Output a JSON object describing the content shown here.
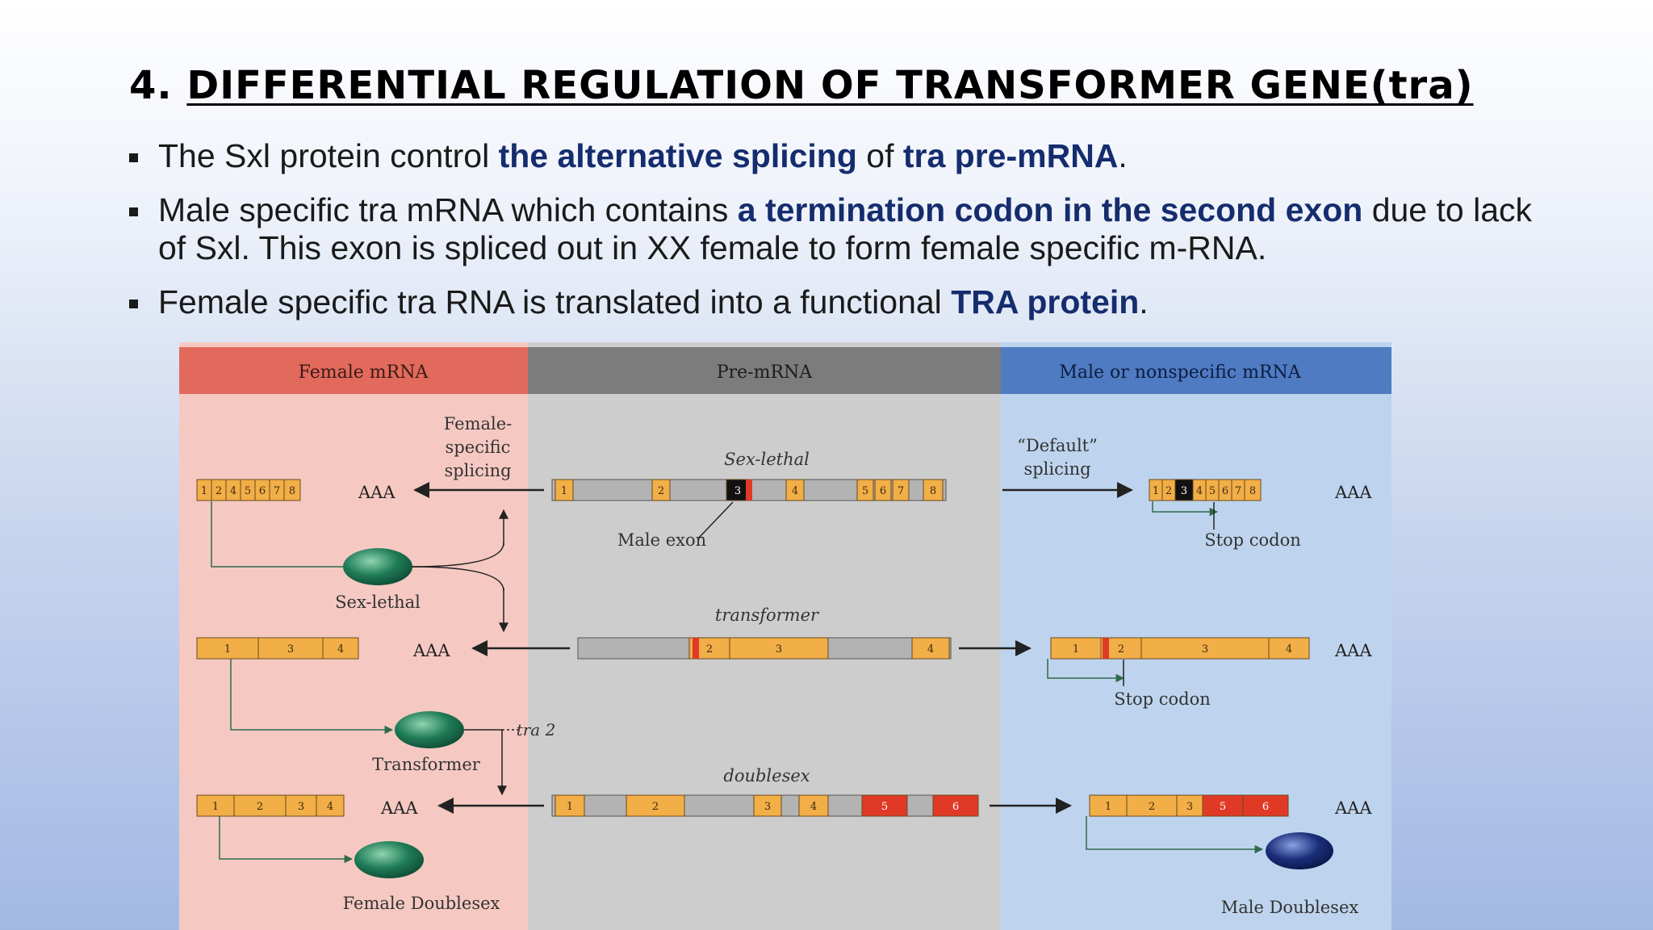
{
  "slide": {
    "title_number": "4.",
    "title_text": "DIFFERENTIAL REGULATION OF TRANSFORMER GENE(tra)",
    "bullets": [
      {
        "a": "The Sxl protein control ",
        "b": "the alternative splicing",
        "c": " of ",
        "d": "tra pre-mRNA",
        "e": "."
      },
      {
        "a": "Male specific tra mRNA which contains ",
        "b": "a termination codon in the second exon",
        "c": " due to lack of Sxl. This exon is spliced out in XX female to form female specific m-RNA."
      },
      {
        "a": "Female specific tra RNA is translated into a functional ",
        "b": "TRA protein",
        "c": "."
      }
    ]
  },
  "diagram": {
    "headers": {
      "female": "Female mRNA",
      "pre": "Pre-mRNA",
      "male": "Male or nonspecific mRNA"
    },
    "female_splicing": [
      "Female-",
      "specific",
      "splicing"
    ],
    "default_splicing": [
      "“Default”",
      "splicing"
    ],
    "genes": {
      "sxl": "Sex-lethal",
      "tra": "transformer",
      "dsx": "doublesex"
    },
    "male_exon": "Male exon",
    "stop_codon": "Stop codon",
    "aaa": "AAA",
    "proteins": {
      "sxl": "Sex-lethal",
      "tra": "Transformer",
      "female_dsx": "Female Doublesex",
      "male_dsx": "Male Doublesex"
    },
    "tra2": "tra 2",
    "exons": {
      "sxl_female": [
        "1",
        "2",
        "4",
        "5",
        "6",
        "7",
        "8"
      ],
      "sxl_pre": [
        "1",
        "2",
        "3",
        "4",
        "5",
        "6",
        "7",
        "8"
      ],
      "sxl_male": [
        "1",
        "2",
        "3",
        "4",
        "5",
        "6",
        "7",
        "8"
      ],
      "tra_female": [
        "1",
        "3",
        "4"
      ],
      "tra_pre": [
        "2",
        "3",
        "4"
      ],
      "tra_male": [
        "1",
        "2",
        "3",
        "4"
      ],
      "dsx_female": [
        "1",
        "2",
        "3",
        "4"
      ],
      "dsx_pre": [
        "1",
        "2",
        "3",
        "4",
        "5",
        "6"
      ],
      "dsx_male": [
        "1",
        "2",
        "3",
        "5",
        "6"
      ]
    },
    "colors": {
      "female_bg": "#f5c9c2",
      "female_header": "#e26a5d",
      "pre_bg": "#cdcdcd",
      "pre_header": "#7c7c7c",
      "male_bg": "#bed4ee",
      "male_header": "#4e7bc2",
      "exon": "#f2ae47",
      "exon_red": "#e03a27",
      "intron": "#b3b3b3",
      "protein": "#1f7b57",
      "male_protein": "#1a2e7a"
    }
  }
}
